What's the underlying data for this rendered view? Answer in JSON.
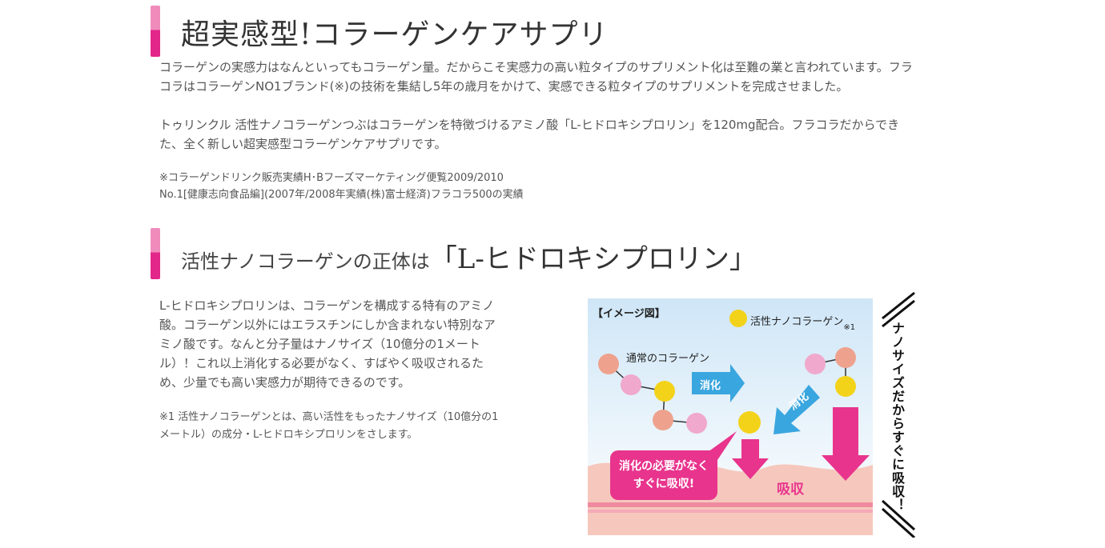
{
  "section1": {
    "heading": "超実感型!コラーゲンケアサプリ",
    "paragraph1": "コラーゲンの実感力はなんといってもコラーゲン量。だからこそ実感力の高い粒タイプのサプリメント化は至難の業と言われています。フラコラはコラーゲンNO1ブランド(※)の技術を集結し5年の歳月をかけて、実感できる粒タイプのサプリメントを完成させました。",
    "paragraph2": "トゥリンクル 活性ナノコラーゲンつぶはコラーゲンを特徴づけるアミノ酸「L-ヒドロキシプロリン」を120mg配合。フラコラだからできた、全く新しい超実感型コラーゲンケアサプリです。",
    "note_line1": "※コラーゲンドリンク販売実績H･Bフーズマーケティング便覧2009/2010",
    "note_line2": "No.1[健康志向食品編](2007年/2008年実績(株)富士経済)フラコラ500の実績"
  },
  "section2": {
    "heading_small": "活性ナノコラーゲンの正体は",
    "heading_large": "「L-ヒドロキシプロリン」",
    "paragraph": "L-ヒドロキシプロリンは、コラーゲンを構成する特有のアミノ酸。コラーゲン以外にはエラスチンにしか含まれない特別なアミノ酸です。なんと分子量はナノサイズ（10億分の1メートル）！これ以上消化する必要がなく、すばやく吸収されるため、少量でも高い実感力が期待できるのです。",
    "note": "※1 活性ナノコラーゲンとは、高い活性をもったナノサイズ（10億分の1メートル）の成分・L-ヒドロキシプロリンをさします。"
  },
  "figure": {
    "label": "【イメージ図】",
    "legend": "活性ナノコラーゲン",
    "legend_note": "※1",
    "normal_collagen": "通常のコラーゲン",
    "digest_1": "消化",
    "digest_2": "消化",
    "bubble_line1": "消化の必要がなく",
    "bubble_line2": "すぐに吸収!",
    "absorb": "吸収",
    "side_text": "ナノサイズだからすぐに吸収！",
    "colors": {
      "pink": "#e8348d",
      "light_pink": "#f0a8cc",
      "salmon": "#eea28e",
      "yellow": "#f3d21a",
      "blue": "#3aa6df",
      "skin": "#f6c8bd"
    }
  }
}
